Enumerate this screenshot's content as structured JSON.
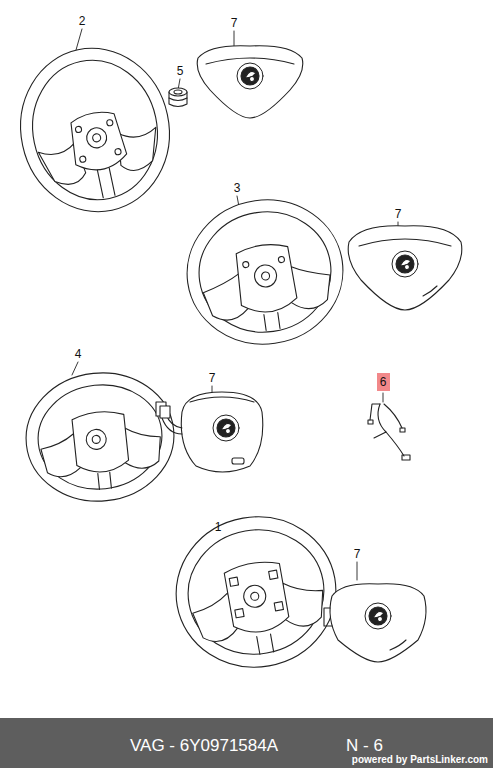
{
  "diagram": {
    "nodes": [
      {
        "text": [
          "6"
        ]
      }
    ],
    "labels": [
      "2",
      "7",
      "5",
      "3",
      "7",
      "4",
      "7",
      "1",
      "7",
      "VAG - 6Y0971584A",
      "N - 6",
      "powered by PartsLinker.com"
    ]
  }
}
